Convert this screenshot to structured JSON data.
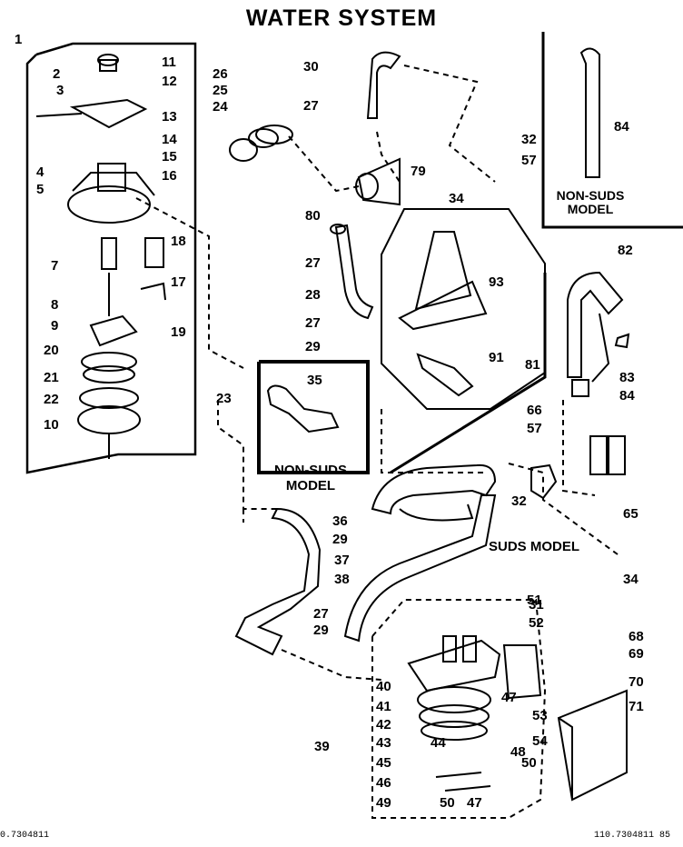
{
  "title": "WATER SYSTEM",
  "notes": {
    "non_suds_right": "NON-SUDS MODEL",
    "non_suds_center": "NON-SUDS MODEL",
    "suds": "SUDS MODEL"
  },
  "footer": "110.7304811 85",
  "footer_left": "0.7304811",
  "callouts": [
    "1",
    "2",
    "3",
    "4",
    "5",
    "7",
    "8",
    "9",
    "20",
    "21",
    "22",
    "10",
    "11",
    "12",
    "13",
    "14",
    "15",
    "16",
    "18",
    "17",
    "19",
    "23",
    "26",
    "25",
    "24",
    "30",
    "27",
    "80",
    "27",
    "28",
    "27",
    "29",
    "79",
    "34",
    "32",
    "57",
    "93",
    "81",
    "91",
    "84",
    "82",
    "83",
    "84",
    "35",
    "66",
    "57",
    "65",
    "32",
    "34",
    "36",
    "29",
    "37",
    "38",
    "27",
    "29",
    "31",
    "52",
    "51",
    "40",
    "41",
    "42",
    "43",
    "44",
    "45",
    "46",
    "49",
    "50",
    "47",
    "48",
    "50",
    "47",
    "53",
    "54",
    "39",
    "68",
    "69",
    "70",
    "71"
  ]
}
